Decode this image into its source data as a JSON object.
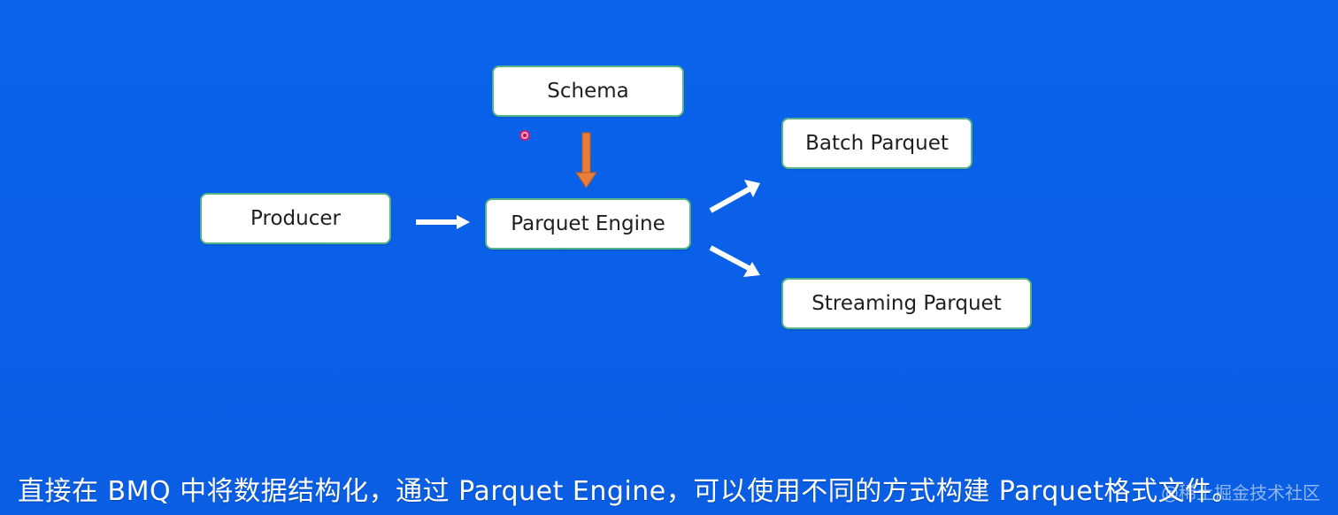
{
  "diagram": {
    "nodes": {
      "schema": "Schema",
      "producer": "Producer",
      "engine": "Parquet Engine",
      "batch": "Batch Parquet",
      "streaming": "Streaming Parquet"
    },
    "edges": [
      {
        "from": "schema",
        "to": "engine",
        "color": "#e67e3a"
      },
      {
        "from": "producer",
        "to": "engine",
        "color": "#ffffff"
      },
      {
        "from": "engine",
        "to": "batch",
        "color": "#ffffff"
      },
      {
        "from": "engine",
        "to": "streaming",
        "color": "#ffffff"
      }
    ]
  },
  "caption": "直接在 BMQ 中将数据结构化，通过 Parquet Engine，可以使用不同的方式构建 Parquet格式文件。",
  "watermark": "@稀土掘金技术社区",
  "colors": {
    "background": "#0a60e6",
    "node_border": "#54b38a",
    "schema_arrow": "#e67e3a",
    "arrow": "#ffffff"
  }
}
